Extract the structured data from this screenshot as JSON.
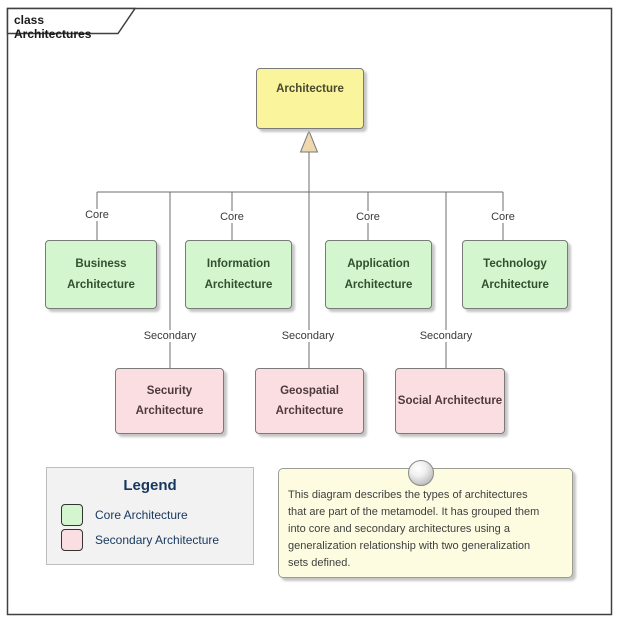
{
  "frame": {
    "title": "class Architectures"
  },
  "parent": {
    "label": "Architecture"
  },
  "generalization_sets": {
    "core_label": "Core",
    "secondary_label": "Secondary"
  },
  "core_nodes": [
    {
      "label": "Business\nArchitecture"
    },
    {
      "label": "Information\nArchitecture"
    },
    {
      "label": "Application\nArchitecture"
    },
    {
      "label": "Technology\nArchitecture"
    }
  ],
  "secondary_nodes": [
    {
      "label": "Security\nArchitecture"
    },
    {
      "label": "Geospatial\nArchitecture"
    },
    {
      "label": "Social Architecture"
    }
  ],
  "legend": {
    "title": "Legend",
    "items": [
      {
        "label": "Core Architecture",
        "color": "#D3F6CE"
      },
      {
        "label": "Secondary Architecture",
        "color": "#FBDEE2"
      }
    ]
  },
  "note": {
    "text": "This diagram describes the types of architectures\nthat are part of the metamodel. It has grouped them\ninto core and secondary architectures using a\ngeneralization relationship with two generalization\nsets defined."
  },
  "colors": {
    "parent_fill": "#FAF49C",
    "core_fill": "#D3F6CE",
    "secondary_fill": "#FBDEE2",
    "note_fill": "#FDFCE0",
    "legend_bg": "#F2F2F2",
    "legend_text": "#17375D",
    "connector": "#6E6E6E",
    "arrowhead_fill": "#EFD7AE"
  }
}
